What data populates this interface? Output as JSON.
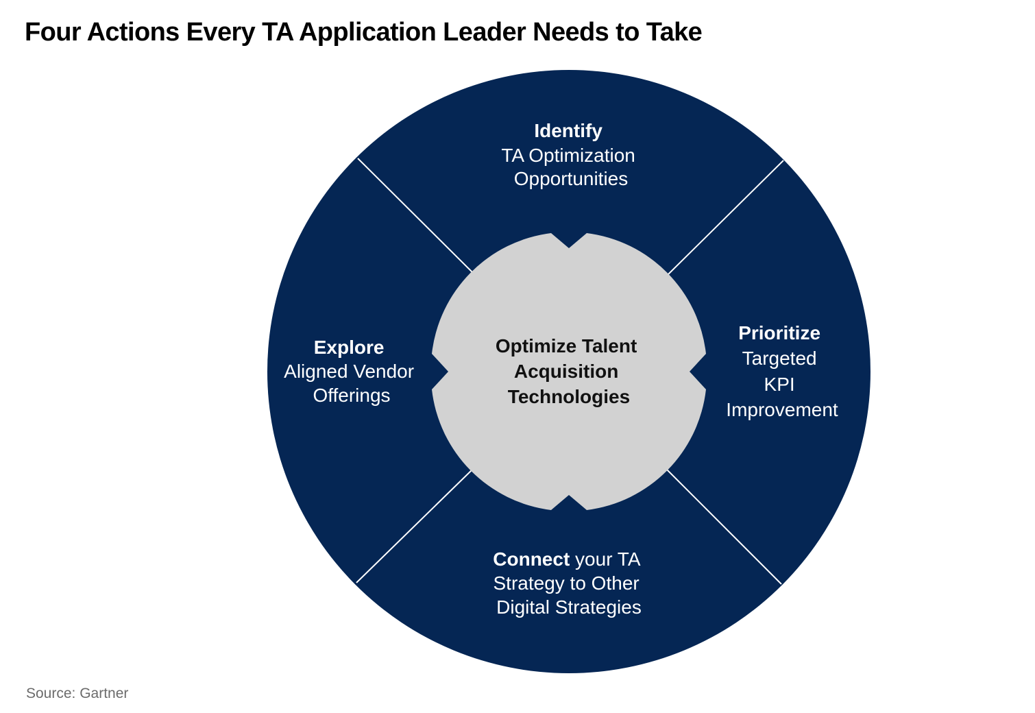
{
  "title": "Four Actions Every TA Application Leader Needs to Take",
  "source": "Source: Gartner",
  "colors": {
    "ring": "#052654",
    "hub": "#d2d2d2",
    "divider": "#ffffff",
    "segment_text": "#ffffff",
    "hub_text": "#111111"
  },
  "hub": {
    "lines": [
      "Optimize Talent",
      "Acquisition",
      "Technologies"
    ]
  },
  "segments": {
    "top": {
      "heading": "Identify",
      "lines": [
        "TA Optimization",
        "Opportunities"
      ]
    },
    "right": {
      "heading": "Prioritize",
      "lines": [
        "Targeted",
        "KPI",
        "Improvement"
      ]
    },
    "bottom": {
      "heading": "Connect",
      "heading_rest": " your TA",
      "lines": [
        "Strategy to Other",
        "Digital Strategies"
      ]
    },
    "left": {
      "heading": "Explore",
      "lines": [
        "Aligned Vendor",
        "Offerings"
      ]
    }
  }
}
